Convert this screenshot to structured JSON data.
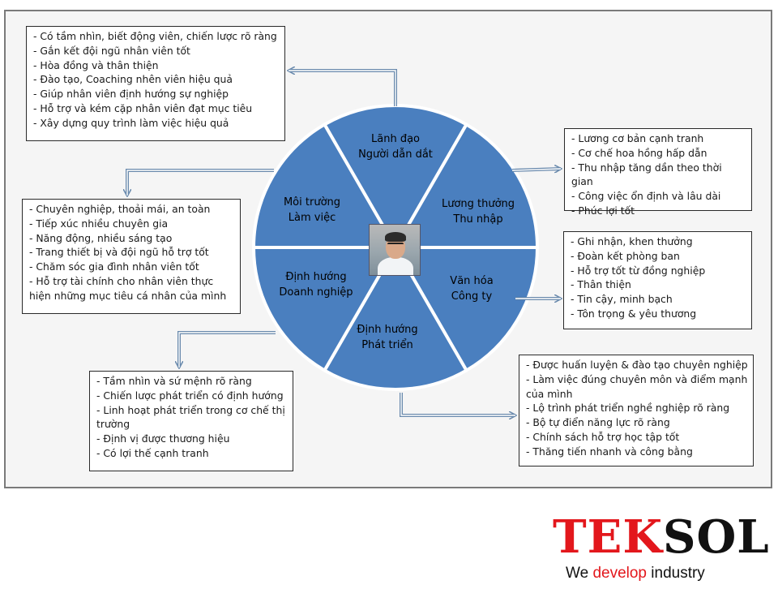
{
  "wheel": {
    "segments": [
      {
        "id": "leadership",
        "line1": "Lãnh đạo",
        "line2": "Người dẫn dắt"
      },
      {
        "id": "income",
        "line1": "Lương thưởng",
        "line2": "Thu nhập"
      },
      {
        "id": "culture",
        "line1": "Văn hóa",
        "line2": "Công ty"
      },
      {
        "id": "career",
        "line1": "Định hướng",
        "line2": "Phát triển"
      },
      {
        "id": "strategy",
        "line1": "Định hướng",
        "line2": "Doanh nghiệp"
      },
      {
        "id": "workenv",
        "line1": "Môi trường",
        "line2": "Làm việc"
      }
    ],
    "colors": {
      "fill": "#4a7fbf",
      "edge": "#ffffff",
      "outline": "#3a6aa3"
    }
  },
  "boxes": {
    "leadership": [
      "- Có tầm nhìn, biết động viên, chiến lược rõ ràng",
      "- Gắn kết đội ngũ nhân viên tốt",
      "- Hòa đồng và thân thiện",
      "- Đào tạo, Coaching nhên viên hiệu quả",
      "- Giúp nhân viên định hướng sự nghiệp",
      "- Hỗ trợ và kém cặp nhân viên đạt mục tiêu",
      "- Xây dựng quy trình làm việc hiệu quả"
    ],
    "income": [
      "- Lương cơ bản cạnh tranh",
      "- Cơ chế hoa hồng hấp dẫn",
      "- Thu nhập tăng dần theo thời gian",
      "- Công việc ổn định và lâu dài",
      "- Phúc lợi tốt"
    ],
    "culture": [
      "- Ghi nhận, khen thưởng",
      "- Đoàn kết phòng ban",
      "- Hỗ trợ tốt từ đồng nghiệp",
      "- Thân thiện",
      "- Tin cậy, minh bạch",
      "- Tôn trọng & yêu thương"
    ],
    "career": [
      "- Được huấn luyện & đào tạo chuyên nghiệp",
      "- Làm việc đúng chuyên môn và điểm mạnh của mình",
      "- Lộ trình phát triển nghề nghiệp rõ ràng",
      "- Bộ tự điển năng lực rõ ràng",
      "- Chính sách hỗ trợ học tập tốt",
      "- Thăng tiến nhanh và công bằng"
    ],
    "strategy": [
      "- Tầm nhìn và sứ mệnh rõ ràng",
      "- Chiến lược phát triển có định hướng",
      "- Linh hoạt phát triển trong cơ chế thị trường",
      "- Định vị được thương hiệu",
      "- Có lợi thế cạnh tranh"
    ],
    "workenv": [
      "- Chuyên nghiệp, thoải mái, an toàn",
      "- Tiếp xúc nhiều chuyên gia",
      "- Năng động, nhiều sáng tạo",
      "- Trang thiết bị và đội ngũ hỗ trợ tốt",
      "- Chăm sóc gia đình nhân viên tốt",
      "- Hỗ trợ tài chính cho nhân viên thực hiện những mục tiêu cá nhân của mình"
    ]
  },
  "logo": {
    "brand_part1": "TEK",
    "brand_part2": "SOL",
    "tagline_part1": "We ",
    "tagline_part2": "develop",
    "tagline_part3": " industry",
    "colors": {
      "red": "#e3171c",
      "black": "#111111"
    }
  },
  "arrow_color": "#5b7fa6"
}
